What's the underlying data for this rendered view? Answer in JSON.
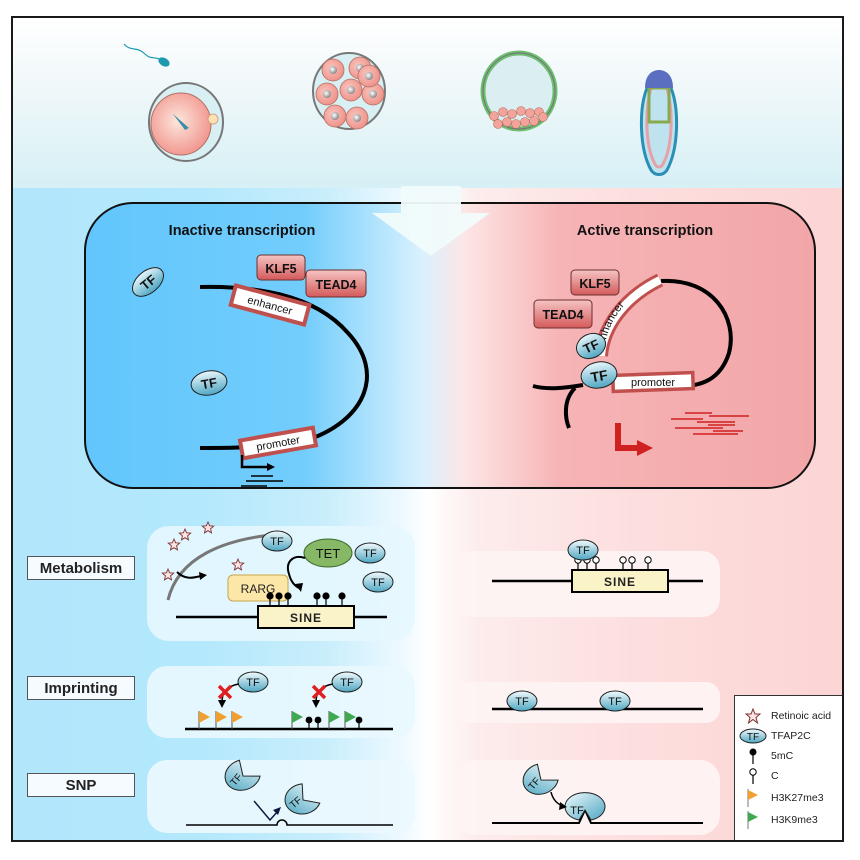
{
  "figure": {
    "stages": [
      {
        "name": "fertilization",
        "label": ""
      },
      {
        "name": "morula",
        "label": ""
      },
      {
        "name": "blastocyst",
        "label": ""
      },
      {
        "name": "post-implantation-embryo",
        "label": ""
      }
    ],
    "colors": {
      "inactive_panel": "#66c8fd",
      "active_panel": "#f3a8aa",
      "enhancer_border": "#c0504d",
      "factor_box": "#d66a6a",
      "transcript_active": "#d02020",
      "tet": "#86b866",
      "rarg": "#fde7a8",
      "sine": "#faf3c8",
      "h3k27me3": "#f0a030",
      "h3k9me3": "#40a850",
      "cross": "#e02020"
    }
  },
  "inactive": {
    "title": "Inactive transcription",
    "tf1": "TF",
    "tf2": "TF",
    "klf5": "KLF5",
    "tead4": "TEAD4",
    "enhancer": "enhancer",
    "promoter": "promoter"
  },
  "active": {
    "title": "Active transcription",
    "tf1": "TF",
    "tf2": "TF",
    "klf5": "KLF5",
    "tead4": "TEAD4",
    "enhancer": "enhancer",
    "promoter": "promoter"
  },
  "rows": [
    {
      "label": "Metabolism"
    },
    {
      "label": "Imprinting"
    },
    {
      "label": "SNP"
    }
  ],
  "metabolism": {
    "left": {
      "tf": "TF",
      "tet": "TET",
      "rarg": "RARG",
      "sine": "SINE"
    },
    "right": {
      "tf": "TF",
      "sine": "SINE"
    }
  },
  "imprinting": {
    "left": {
      "tf": "TF"
    },
    "right": {
      "tf": "TF"
    }
  },
  "snp": {
    "left": {
      "tf": "TF"
    },
    "right": {
      "tf": "TF"
    }
  },
  "legend": {
    "items": [
      {
        "icon": "star-icon",
        "label": "Retinoic acid"
      },
      {
        "icon": "tf-oval-icon",
        "label": "TFAP2C",
        "symbol_text": "TF"
      },
      {
        "icon": "filled-lollipop-icon",
        "label": "5mC"
      },
      {
        "icon": "open-lollipop-icon",
        "label": "C"
      },
      {
        "icon": "orange-flag-icon",
        "label": "H3K27me3"
      },
      {
        "icon": "green-flag-icon",
        "label": "H3K9me3"
      }
    ]
  }
}
